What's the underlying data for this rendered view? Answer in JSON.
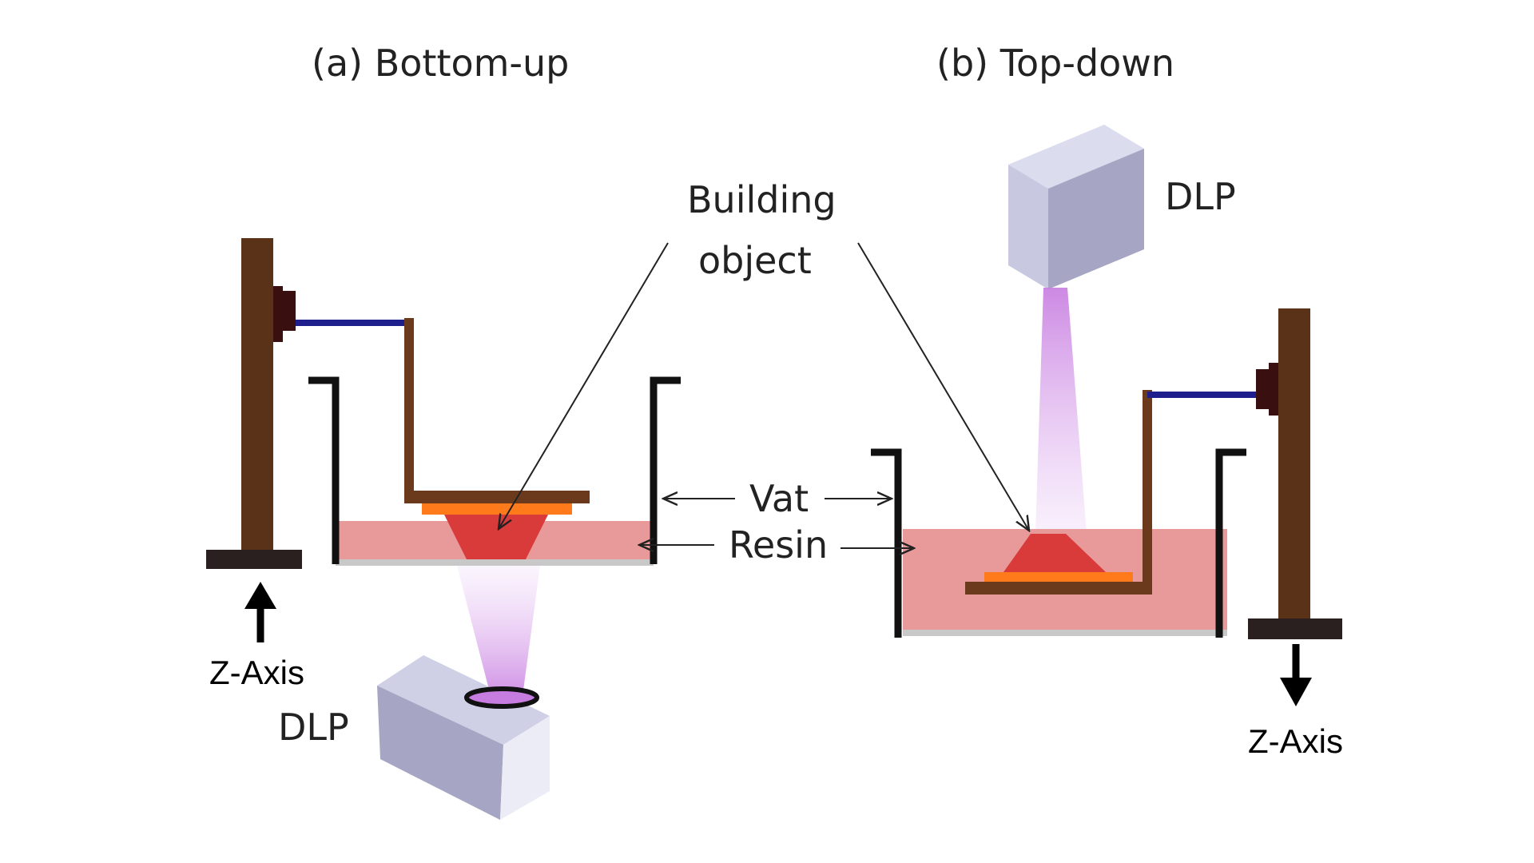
{
  "titles": {
    "bottom_up": "(a) Bottom-up",
    "top_down": "(b) Top-down"
  },
  "labels": {
    "building_line1": "Building",
    "building_line2": "object",
    "vat": "Vat",
    "resin": "Resin",
    "dlp_left": "DLP",
    "dlp_right": "DLP",
    "zaxis_left": "Z-Axis",
    "zaxis_right": "Z-Axis"
  },
  "colors": {
    "stand": "#5a3217",
    "platform_arm": "#6b3a1c",
    "connector": "#1e1e8c",
    "mount": "#3a0f0f",
    "vat_wall": "#111111",
    "resin": "#e8999a",
    "vat_floor": "#c8c8c8",
    "object": "#d93a3a",
    "layer_orange": "#ff7a1a",
    "dlp_front": "#ececf7",
    "dlp_top": "#cfcfe6",
    "dlp_side": "#a6a6c4",
    "beam": "#d49ae8"
  }
}
